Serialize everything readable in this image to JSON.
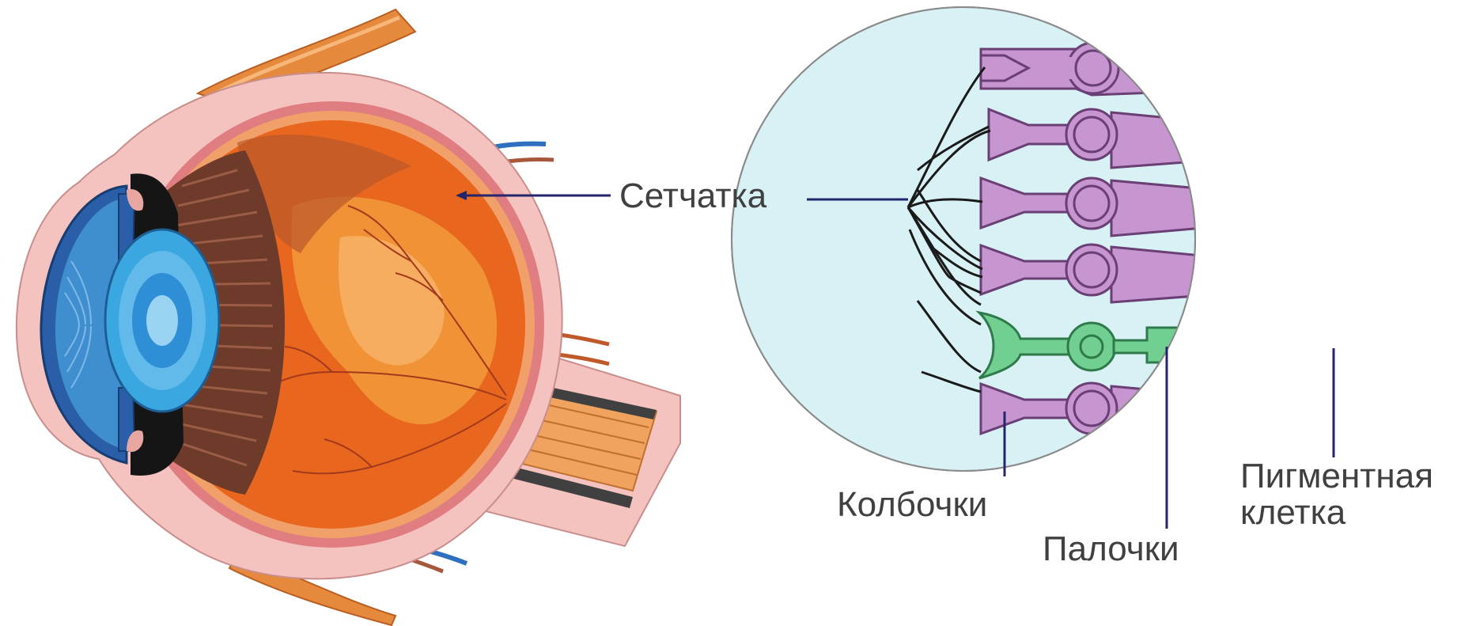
{
  "labels": {
    "retina": "Сетчатка",
    "cones": "Колбочки",
    "rods": "Палочки",
    "pigment_line1": "Пигментная",
    "pigment_line2": "клетка"
  },
  "colors": {
    "sclera": "#f4c3c0",
    "choroid": "#d8646a",
    "retina_fill": "#e8661e",
    "iris_blue": "#3f8fd0",
    "lens_blue": "#3aa7e0",
    "ciliary": "#6e3a2a",
    "muscle": "#e58a3c",
    "retina_zoom_bg": "#d8f1f4",
    "cone_cell": "#c795cf",
    "rod_cell": "#72cf92",
    "pigment": "#5f5c9e",
    "leader_line": "#25256b"
  }
}
